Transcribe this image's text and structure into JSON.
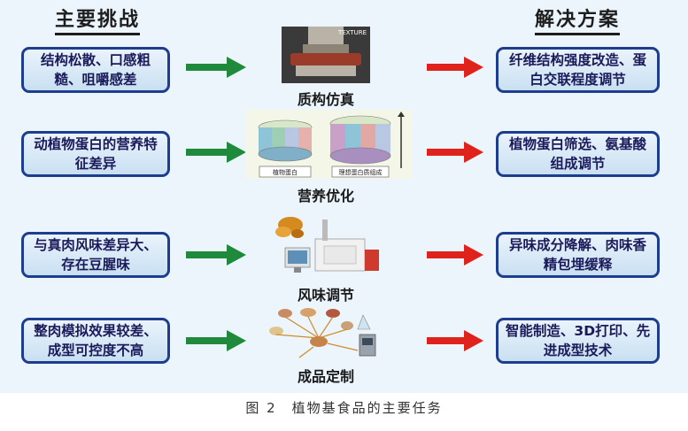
{
  "headers": {
    "left": "主要挑战",
    "right": "解决方案"
  },
  "rows": [
    {
      "challenge": "结构松散、口感粗糙、咀嚼感差",
      "task": "质构仿真",
      "solution": "纤维结构强度改造、蛋白交联程度调节"
    },
    {
      "challenge": "动植物蛋白的营养特征差异",
      "task": "营养优化",
      "solution": "植物蛋白筛选、氨基酸组成调节"
    },
    {
      "challenge": "与真肉风味差异大、存在豆腥味",
      "task": "风味调节",
      "solution": "异味成分降解、肉味香精包埋缓释"
    },
    {
      "challenge": "整肉模拟效果较差、成型可控度不高",
      "task": "成品定制",
      "solution": "智能制造、3D打印、先进成型技术"
    }
  ],
  "images": {
    "texture": {
      "overlay_text": "TEXTURE"
    },
    "nutrition": {
      "left_label": "植物蛋白",
      "right_label": "理想蛋白质组成"
    }
  },
  "caption": "图 2　植物基食品的主要任务",
  "colors": {
    "green_arrow": "#1f8a3c",
    "red_arrow": "#e0221c",
    "box_border": "#1d3e8f",
    "background": "#ecf5fb"
  }
}
